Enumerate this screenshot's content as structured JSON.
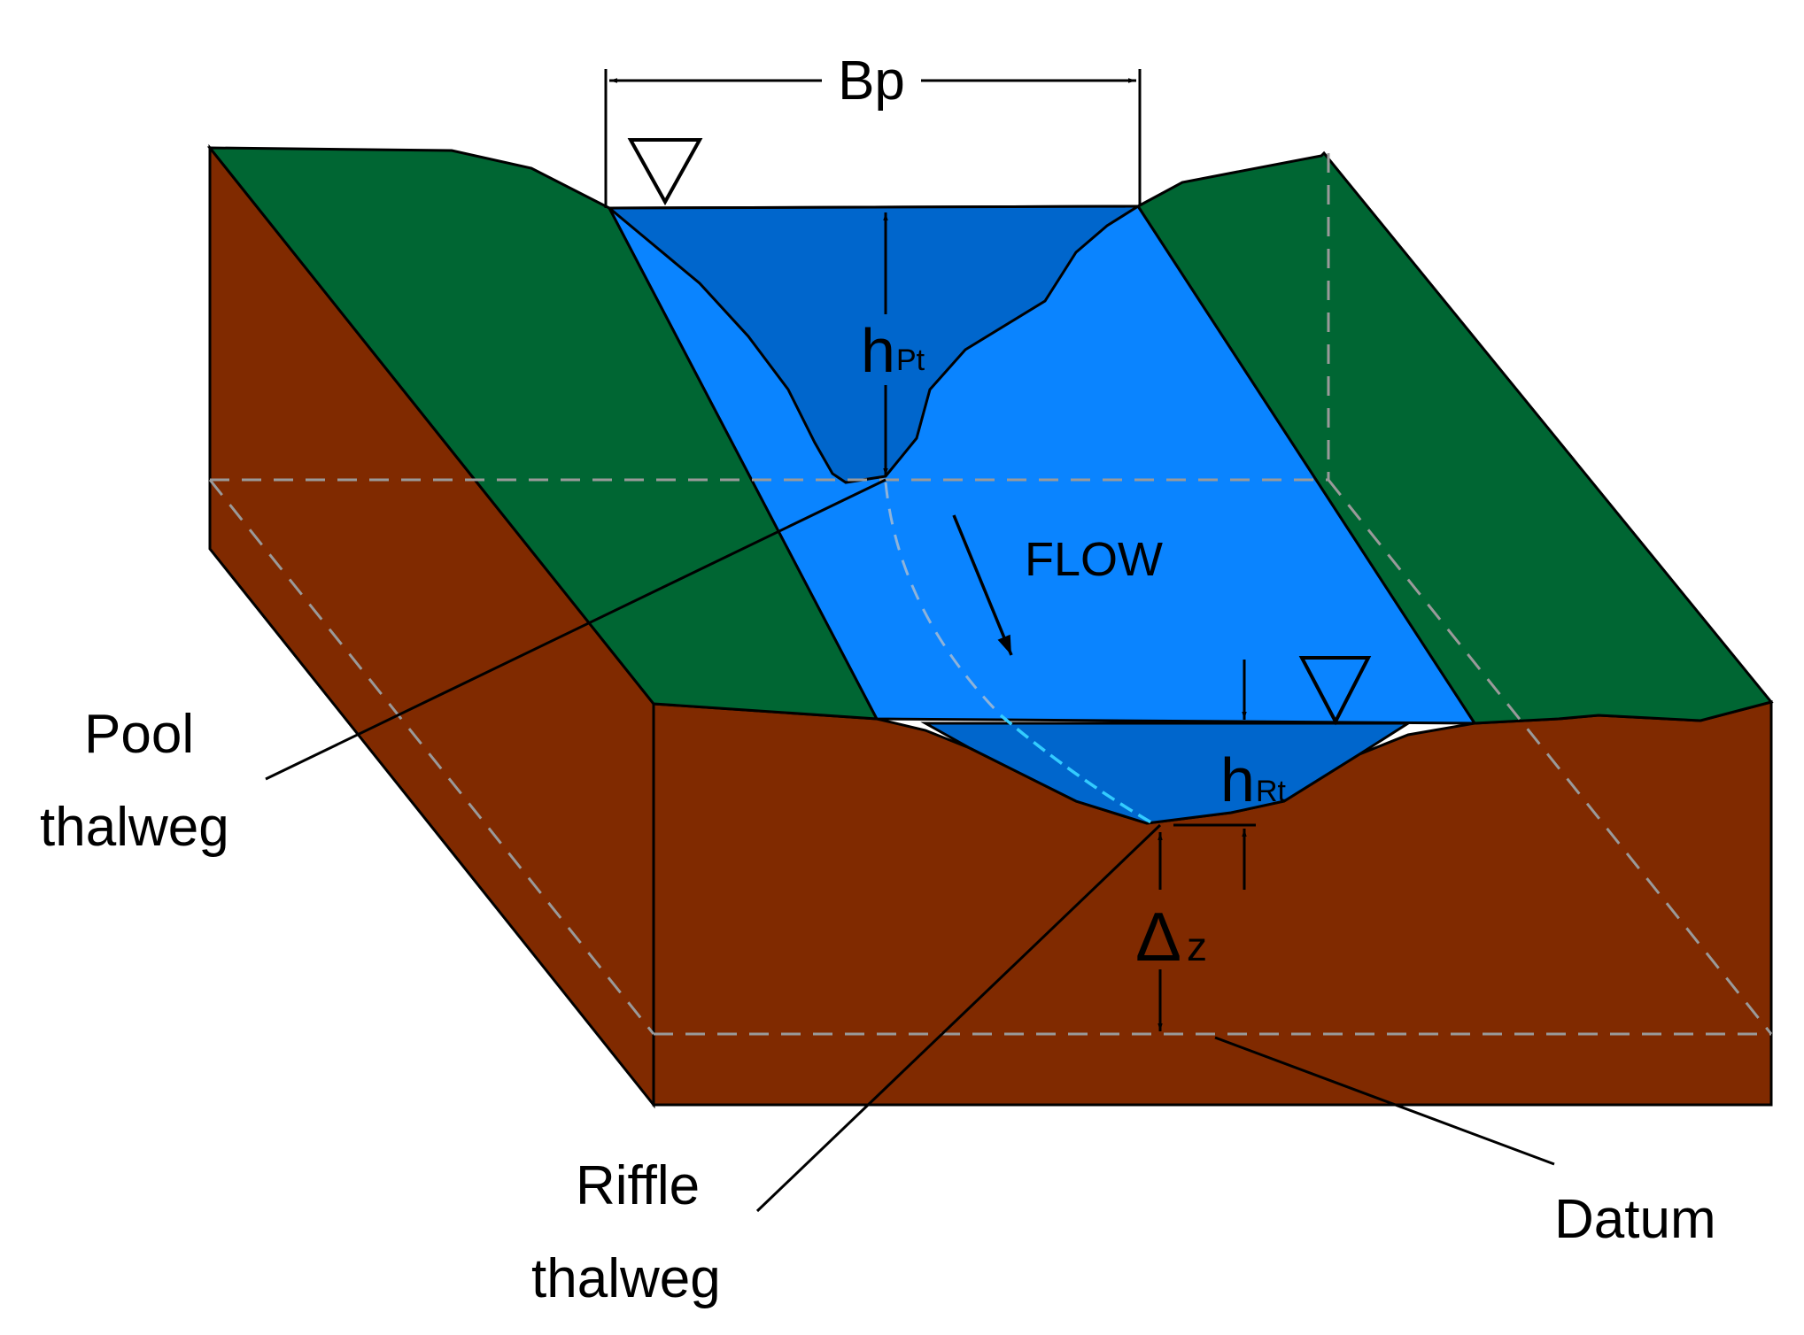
{
  "labels": {
    "bp": "Bp",
    "h_pool": "h",
    "h_pool_sub": "Pt",
    "h_riffle": "h",
    "h_riffle_sub": "Rt",
    "delta": "Δ",
    "delta_sub": "z",
    "flow": "FLOW",
    "pool_line1": "Pool",
    "pool_line2": "thalweg",
    "riffle_line1": "Riffle",
    "riffle_line2": "thalweg",
    "datum": "Datum"
  },
  "colors": {
    "bank_green": "#006633",
    "soil_brown": "#802a00",
    "water_light": "#0a84ff",
    "water_dark": "#0066cc",
    "thalweg_dash": "#33ccff",
    "hidden_edge": "#9a9a9a",
    "outline": "#000000"
  }
}
